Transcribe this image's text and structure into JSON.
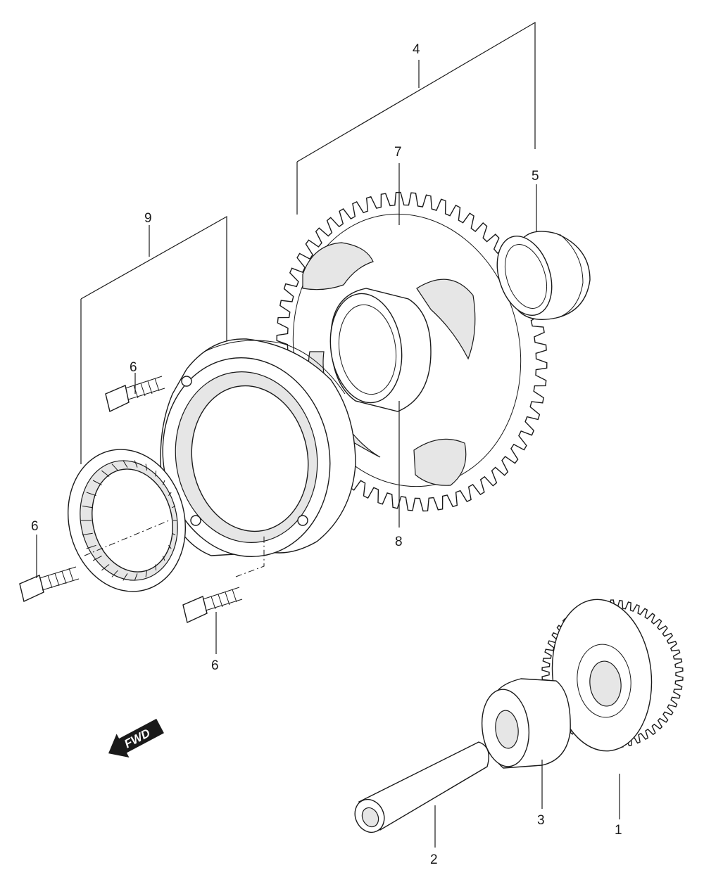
{
  "callouts": {
    "c1": "1",
    "c2": "2",
    "c3": "3",
    "c4": "4",
    "c5": "5",
    "c6a": "6",
    "c6b": "6",
    "c6c": "6",
    "c7": "7",
    "c8": "8",
    "c9": "9"
  },
  "fwd_label": "FWD"
}
